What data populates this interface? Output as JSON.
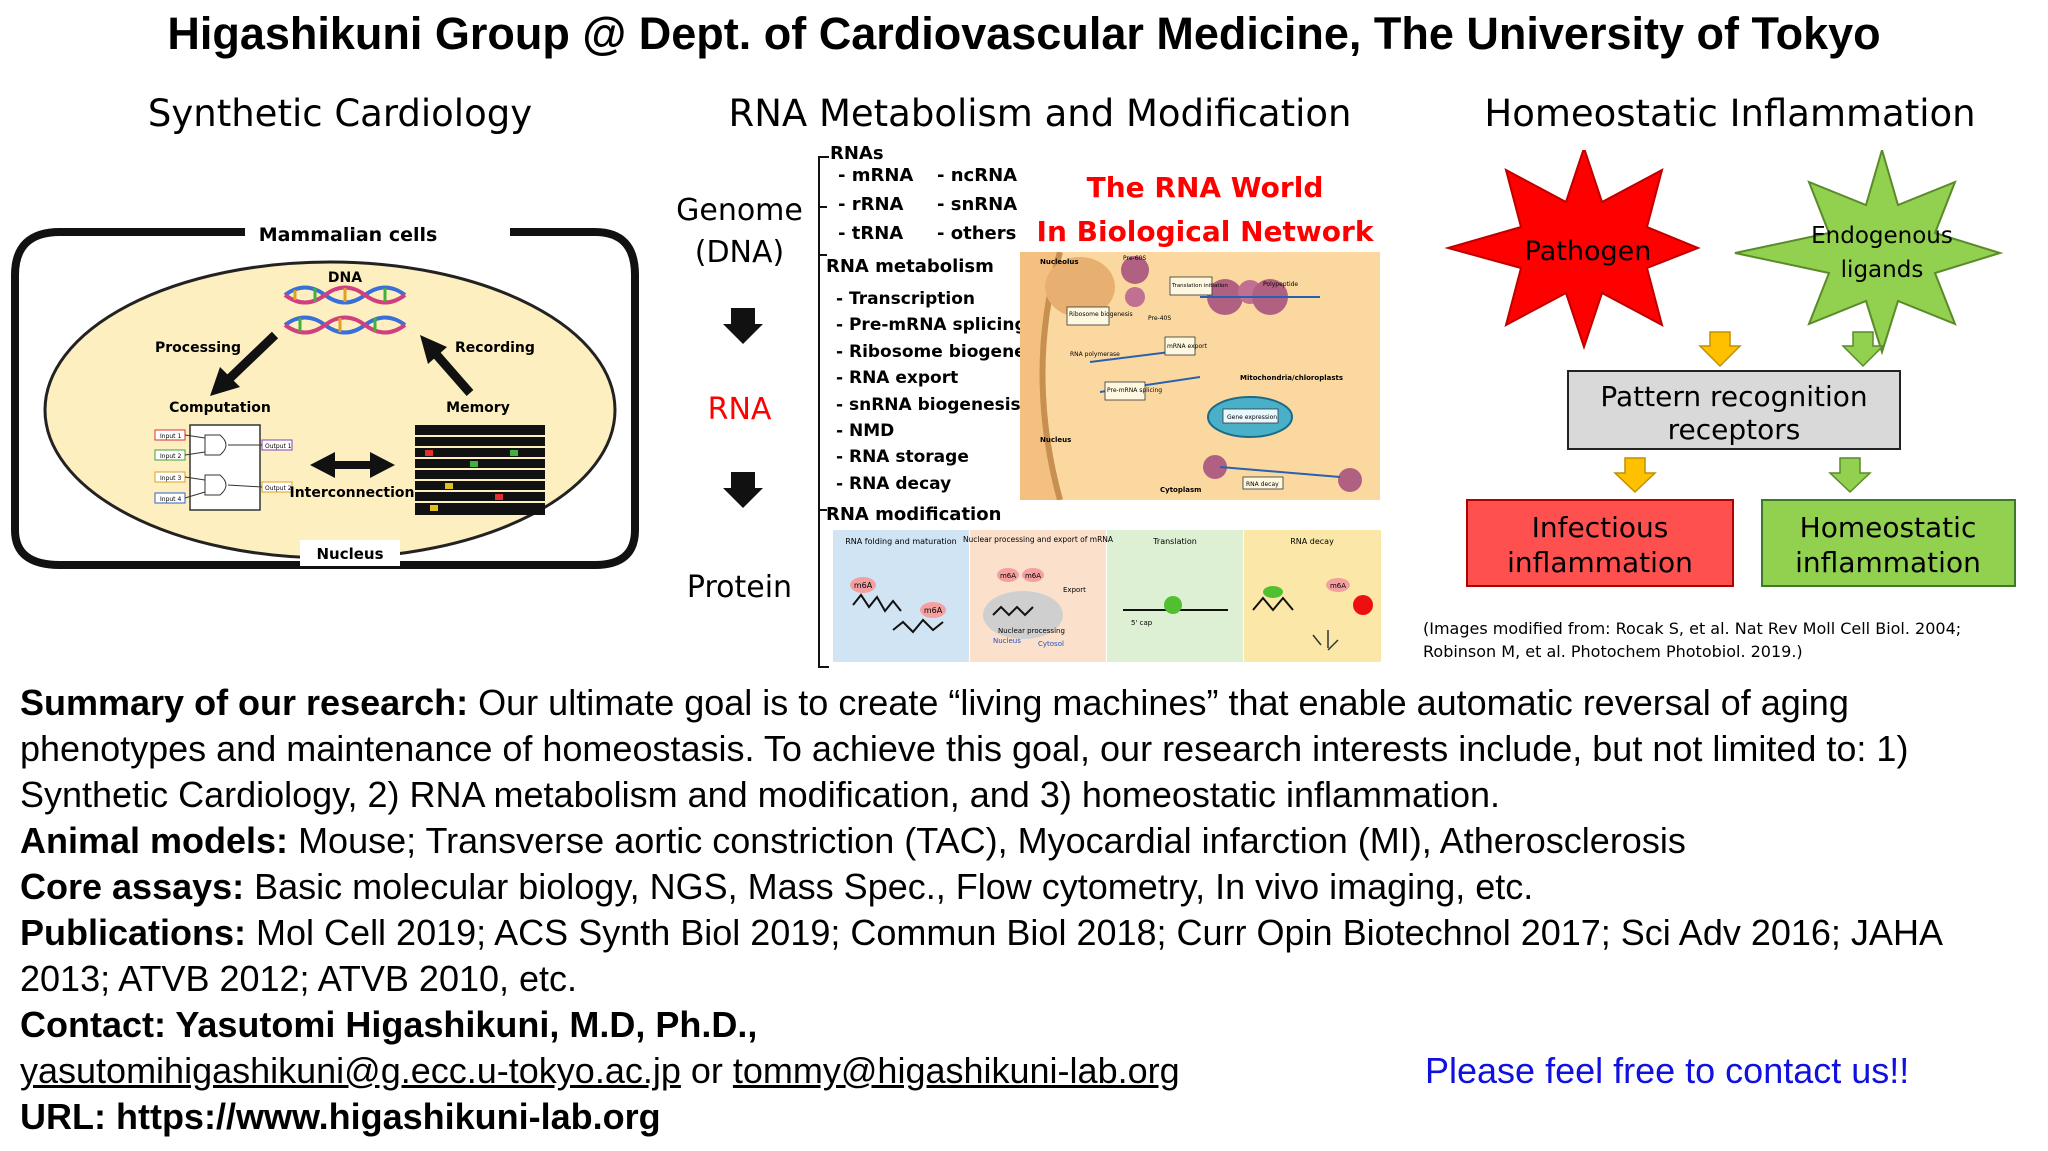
{
  "header": {
    "title": "Higashikuni Group @ Dept. of Cardiovascular Medicine, The University of Tokyo"
  },
  "sections": {
    "synthetic": {
      "title": "Synthetic Cardiology",
      "mammalian": "Mammalian cells",
      "dna": "DNA",
      "processing": "Processing",
      "recording": "Recording",
      "computation": "Computation",
      "memory": "Memory",
      "interconnection": "Interconnection",
      "nucleus": "Nucleus",
      "inputs": [
        "Input 1",
        "Input 2",
        "Input 3",
        "Input 4"
      ],
      "outputs": [
        "Output 1",
        "Output 2"
      ]
    },
    "rna": {
      "title": "RNA Metabolism and Modification",
      "genome": "Genome",
      "dna": "(DNA)",
      "rna": "RNA",
      "protein": "Protein",
      "rnas_head": "RNAs",
      "rnas_left": [
        "- mRNA",
        "- rRNA",
        "- tRNA"
      ],
      "rnas_right": [
        "- ncRNA",
        "- snRNA",
        "- others"
      ],
      "metab_head": "RNA metabolism",
      "metab_items": [
        "- Transcription",
        "- Pre-mRNA splicing",
        "- Ribosome biogenesis",
        "- RNA export",
        "- snRNA biogenesis",
        "- NMD",
        "- RNA storage",
        "- RNA decay"
      ],
      "mod_head": "RNA modification",
      "world1": "The RNA World",
      "world2": "In Biological Network",
      "cell": {
        "nucleolus": "Nucleolus",
        "ribo": "Ribosome biogenesis",
        "pre60": "Pre-60S",
        "pre40": "Pre-40S",
        "transinit": "Translation initiation",
        "polypeptide": "Polypeptide",
        "mrnaexport": "mRNA export",
        "rnapol": "RNA polymerase",
        "premrna": "Pre-mRNA splicing",
        "mito": "Mitochondria/chloroplasts",
        "gene": "Gene expression",
        "nucleus": "Nucleus",
        "cytoplasm": "Cytoplasm",
        "decay": "RNA decay"
      },
      "panels": [
        "RNA folding and maturation",
        "Nuclear processing and export of mRNA",
        "Translation",
        "RNA decay"
      ],
      "panel_labels": {
        "m6a": "m6A",
        "export": "Export",
        "nucproc": "Nuclear processing",
        "nucleus": "Nucleus",
        "cytosol": "Cytosol",
        "cap": "5' cap"
      }
    },
    "inflam": {
      "title": "Homeostatic Inflammation",
      "pathogen": "Pathogen",
      "endogenous1": "Endogenous",
      "endogenous2": "ligands",
      "prr1": "Pattern recognition",
      "prr2": "receptors",
      "infectious1": "Infectious",
      "infectious2": "inflammation",
      "homeostatic1": "Homeostatic",
      "homeostatic2": "inflammation",
      "cite1": "(Images modified from: Rocak S, et al.  Nat Rev Moll Cell Biol. 2004;",
      "cite2": "Robinson M, et al.  Photochem Photobiol. 2019.)"
    }
  },
  "summary": {
    "l1_label": "Summary of our research:",
    "l1_text": " Our ultimate goal is to create “living machines” that enable automatic reversal of aging phenotypes and maintenance of homeostasis. To achieve this goal, our research interests include, but not limited to: 1) Synthetic Cardiology, 2) RNA metabolism and modification, and 3) homeostatic inflammation.",
    "animal_label": "Animal models:",
    "animal_text": " Mouse; Transverse aortic constriction (TAC), Myocardial infarction (MI), Atherosclerosis",
    "core_label": "Core assays:",
    "core_text": " Basic molecular biology, NGS, Mass Spec., Flow cytometry, In vivo imaging, etc.",
    "pub_label": "Publications:",
    "pub_text": " Mol Cell 2019; ACS Synth Biol 2019; Commun Biol 2018; Curr Opin Biotechnol 2017; Sci Adv 2016; JAHA 2013; ATVB 2012; ATVB 2010, etc.",
    "contact_label": "Contact: Yasutomi Higashikuni, M.D, Ph.D.,",
    "email1": "yasutomihigashikuni@g.ecc.u-tokyo.ac.jp",
    "or": " or ",
    "email2": "tommy@higashikuni-lab.org",
    "url": "URL: https://www.higashikuni-lab.org",
    "feel_free": "Please feel free to contact us!!"
  },
  "colors": {
    "pathogen": "#ff0000",
    "endogenous": "#92d050",
    "infectious": "#ff5050",
    "homeostatic": "#92d050",
    "arrow_orange": "#ffc000",
    "rna_red": "#ff0000",
    "link_blue": "#1010e0"
  }
}
